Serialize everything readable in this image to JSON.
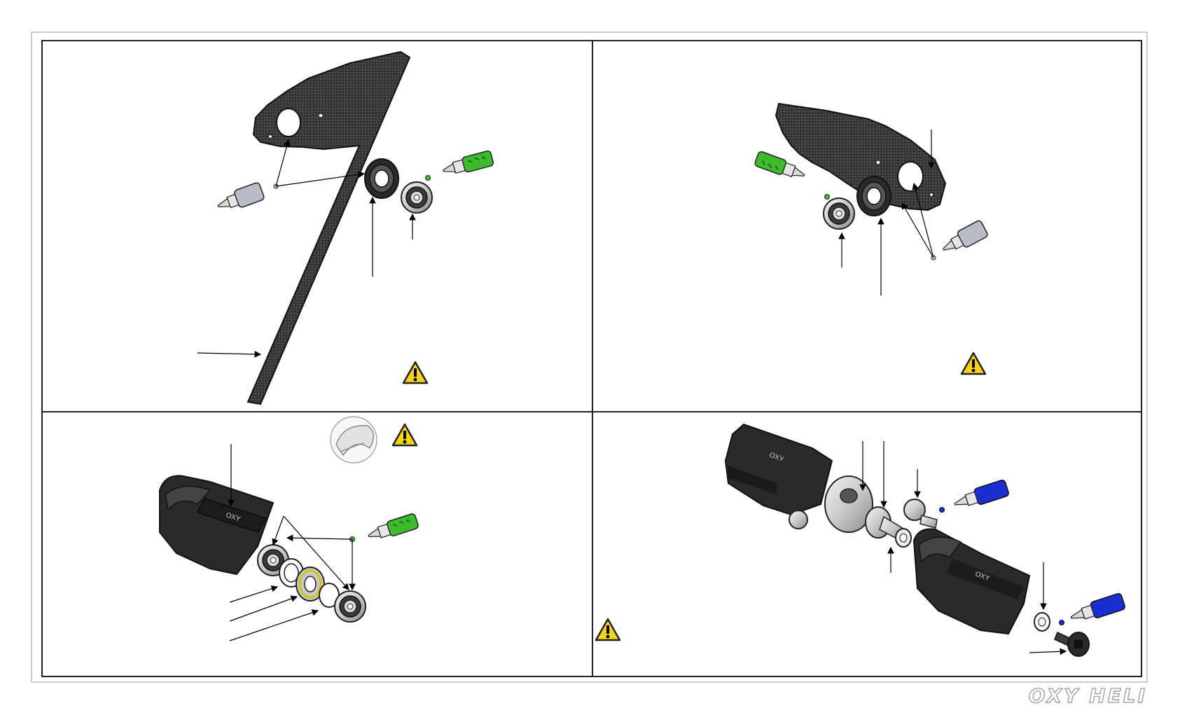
{
  "brand": {
    "logo_text": "OXY HELI"
  },
  "panels": [
    {
      "id": "top-left",
      "warning_icon": "warning-icon",
      "parts": [
        "carbon-tail-frame",
        "flanged-bushing",
        "ball-bearing",
        "green-threadlock-bottle",
        "grey-glue-bottle"
      ]
    },
    {
      "id": "top-right",
      "warning_icon": "warning-icon",
      "parts": [
        "carbon-frame-arm",
        "flanged-bushing",
        "ball-bearing",
        "green-threadlock-bottle",
        "grey-glue-bottle"
      ]
    },
    {
      "id": "bottom-left",
      "warning_icon": "warning-icon",
      "parts": [
        "blade-grip",
        "bearing",
        "spacer",
        "thrust-bearing",
        "washer",
        "bearing",
        "green-threadlock-bottle",
        "detail-inset"
      ]
    },
    {
      "id": "bottom-right",
      "warning_icon": "warning-icon",
      "parts": [
        "blade-grip",
        "hub-axle",
        "ball-link",
        "blade-grip",
        "washer",
        "cap-screw",
        "blue-threadlock-bottle"
      ]
    }
  ],
  "colors": {
    "carbon": "#2a2a2a",
    "green_bottle": "#3dbb2c",
    "blue_bottle": "#1a2fd0",
    "grey_bottle": "#b9bcc8",
    "warning_yellow": "#f3d21a",
    "frame_line": "#222222"
  }
}
